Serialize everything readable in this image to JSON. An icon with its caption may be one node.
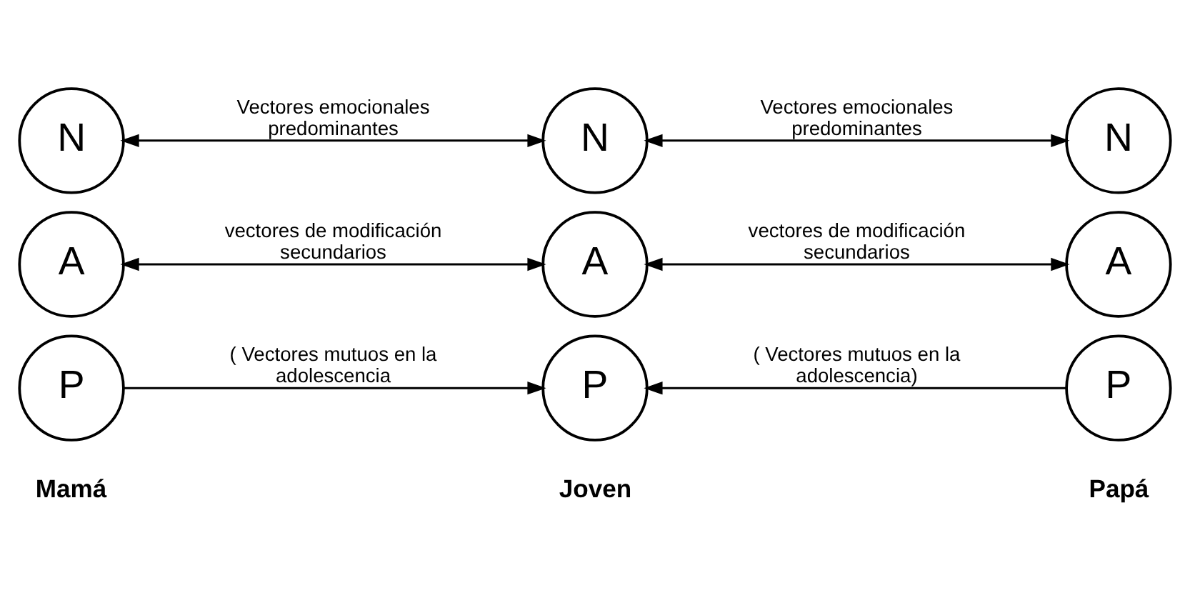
{
  "diagram": {
    "nodes": [
      {
        "text": [
          "P"
        ]
      },
      {
        "text": [
          "P"
        ]
      },
      {
        "text": [
          "P"
        ]
      },
      {
        "text": [
          "A"
        ]
      },
      {
        "text": [
          "A"
        ]
      },
      {
        "text": [
          "A"
        ]
      },
      {
        "text": [
          "N"
        ]
      },
      {
        "text": [
          "N"
        ]
      },
      {
        "text": [
          "N"
        ]
      }
    ],
    "edges": [
      {
        "from": 0,
        "to": 1,
        "arrow": "to",
        "label": "( Vectores mutuos en la adolescencia"
      },
      {
        "from": 2,
        "to": 1,
        "arrow": "to",
        "label": "( Vectores mutuos en la adolescencia)"
      },
      {
        "from": 3,
        "to": 4,
        "arrow": "both",
        "label": "vectores de modificación secundarios"
      },
      {
        "from": 4,
        "to": 5,
        "arrow": "both",
        "label": "vectores de modificación secundarios"
      },
      {
        "from": 6,
        "to": 7,
        "arrow": "both",
        "label": "Vectores emocionales predominantes"
      },
      {
        "from": 7,
        "to": 8,
        "arrow": "both",
        "label": "Vectores emocionales predominantes"
      }
    ],
    "labels": [
      "Mamá",
      "Joven",
      "Papá"
    ]
  }
}
